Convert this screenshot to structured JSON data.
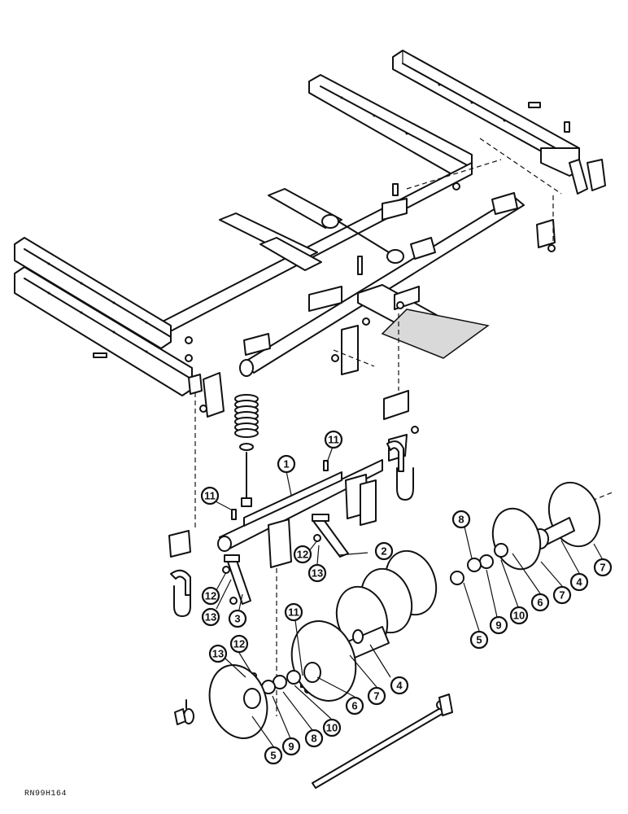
{
  "figure_id": "RN99H164",
  "callouts": [
    {
      "id": "c1",
      "label": "1"
    },
    {
      "id": "c2",
      "label": "2"
    },
    {
      "id": "c3",
      "label": "3"
    },
    {
      "id": "c4a",
      "label": "4"
    },
    {
      "id": "c4b",
      "label": "4"
    },
    {
      "id": "c5a",
      "label": "5"
    },
    {
      "id": "c5b",
      "label": "5"
    },
    {
      "id": "c6a",
      "label": "6"
    },
    {
      "id": "c6b",
      "label": "6"
    },
    {
      "id": "c7a",
      "label": "7"
    },
    {
      "id": "c7b",
      "label": "7"
    },
    {
      "id": "c7c",
      "label": "7"
    },
    {
      "id": "c8a",
      "label": "8"
    },
    {
      "id": "c8b",
      "label": "8"
    },
    {
      "id": "c9a",
      "label": "9"
    },
    {
      "id": "c9b",
      "label": "9"
    },
    {
      "id": "c10a",
      "label": "10"
    },
    {
      "id": "c10b",
      "label": "10"
    },
    {
      "id": "c11a",
      "label": "11"
    },
    {
      "id": "c11b",
      "label": "11"
    },
    {
      "id": "c11c",
      "label": "11"
    },
    {
      "id": "c12a",
      "label": "12"
    },
    {
      "id": "c12b",
      "label": "12"
    },
    {
      "id": "c12c",
      "label": "12"
    },
    {
      "id": "c13a",
      "label": "13"
    },
    {
      "id": "c13b",
      "label": "13"
    },
    {
      "id": "c13c",
      "label": "13"
    }
  ]
}
